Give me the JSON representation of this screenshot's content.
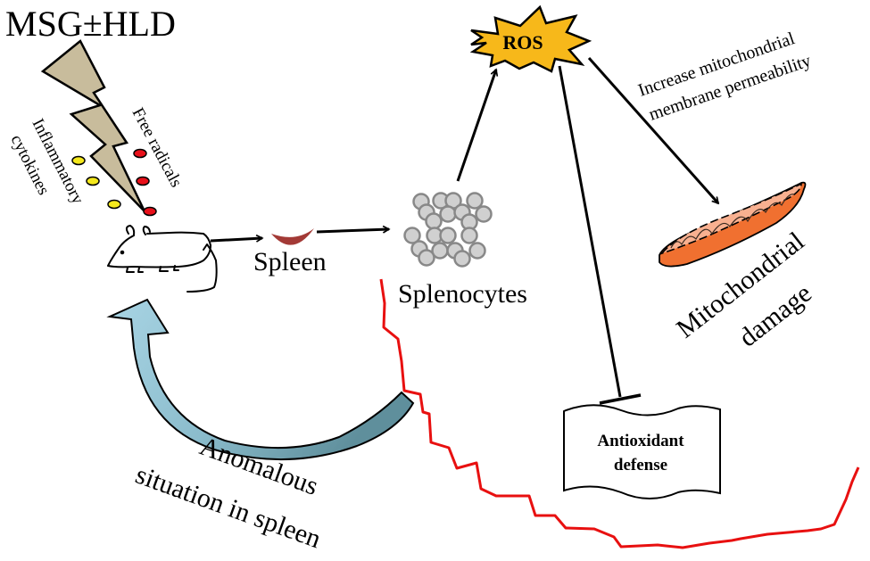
{
  "diagram": {
    "title_label": "MSG±HLD",
    "free_radicals_label": "Free radicals",
    "cytokines_label_line1": "Inflammatory",
    "cytokines_label_line2": "cytokines",
    "spleen_label": "Spleen",
    "splenocytes_label": "Splenocytes",
    "ros_label": "ROS",
    "permeability_label_line1": "Increase mitochondrial",
    "permeability_label_line2": "membrane permeability",
    "mito_label_line1": "Mitochondrial",
    "mito_label_line2": "damage",
    "antioxidant_label_line1": "Antioxidant",
    "antioxidant_label_line2": "defense",
    "anomalous_label_line1": "Anomalous",
    "anomalous_label_line2": "situation in spleen",
    "relations": [
      {
        "from": "MSG±HLD",
        "to": "Mouse",
        "type": "induces"
      },
      {
        "from": "Mouse",
        "to": "Spleen",
        "type": "arrow"
      },
      {
        "from": "Spleen",
        "to": "Splenocytes",
        "type": "arrow"
      },
      {
        "from": "Splenocytes",
        "to": "ROS",
        "type": "arrow"
      },
      {
        "from": "ROS",
        "to": "Mitochondrial damage",
        "type": "arrow",
        "label": "Increase mitochondrial membrane permeability"
      },
      {
        "from": "ROS",
        "to": "Antioxidant defense",
        "type": "inhibits"
      },
      {
        "from": "Anomalous situation in spleen",
        "to": "Mouse",
        "type": "feedback"
      }
    ],
    "colors": {
      "lightning": "#c8bc9c",
      "free_radical": "#e8101a",
      "cytokine": "#f4e81c",
      "spleen": "#a33a36",
      "cell_fill": "#d0d0d0",
      "cell_stroke": "#888888",
      "ros_burst": "#f7b81a",
      "mito_outer": "#f07030",
      "mito_inner": "#f8b090",
      "feedback_arrow_light": "#a8d4e4",
      "feedback_arrow_dark": "#5f8f9c",
      "boundary_line": "#e81010"
    }
  }
}
